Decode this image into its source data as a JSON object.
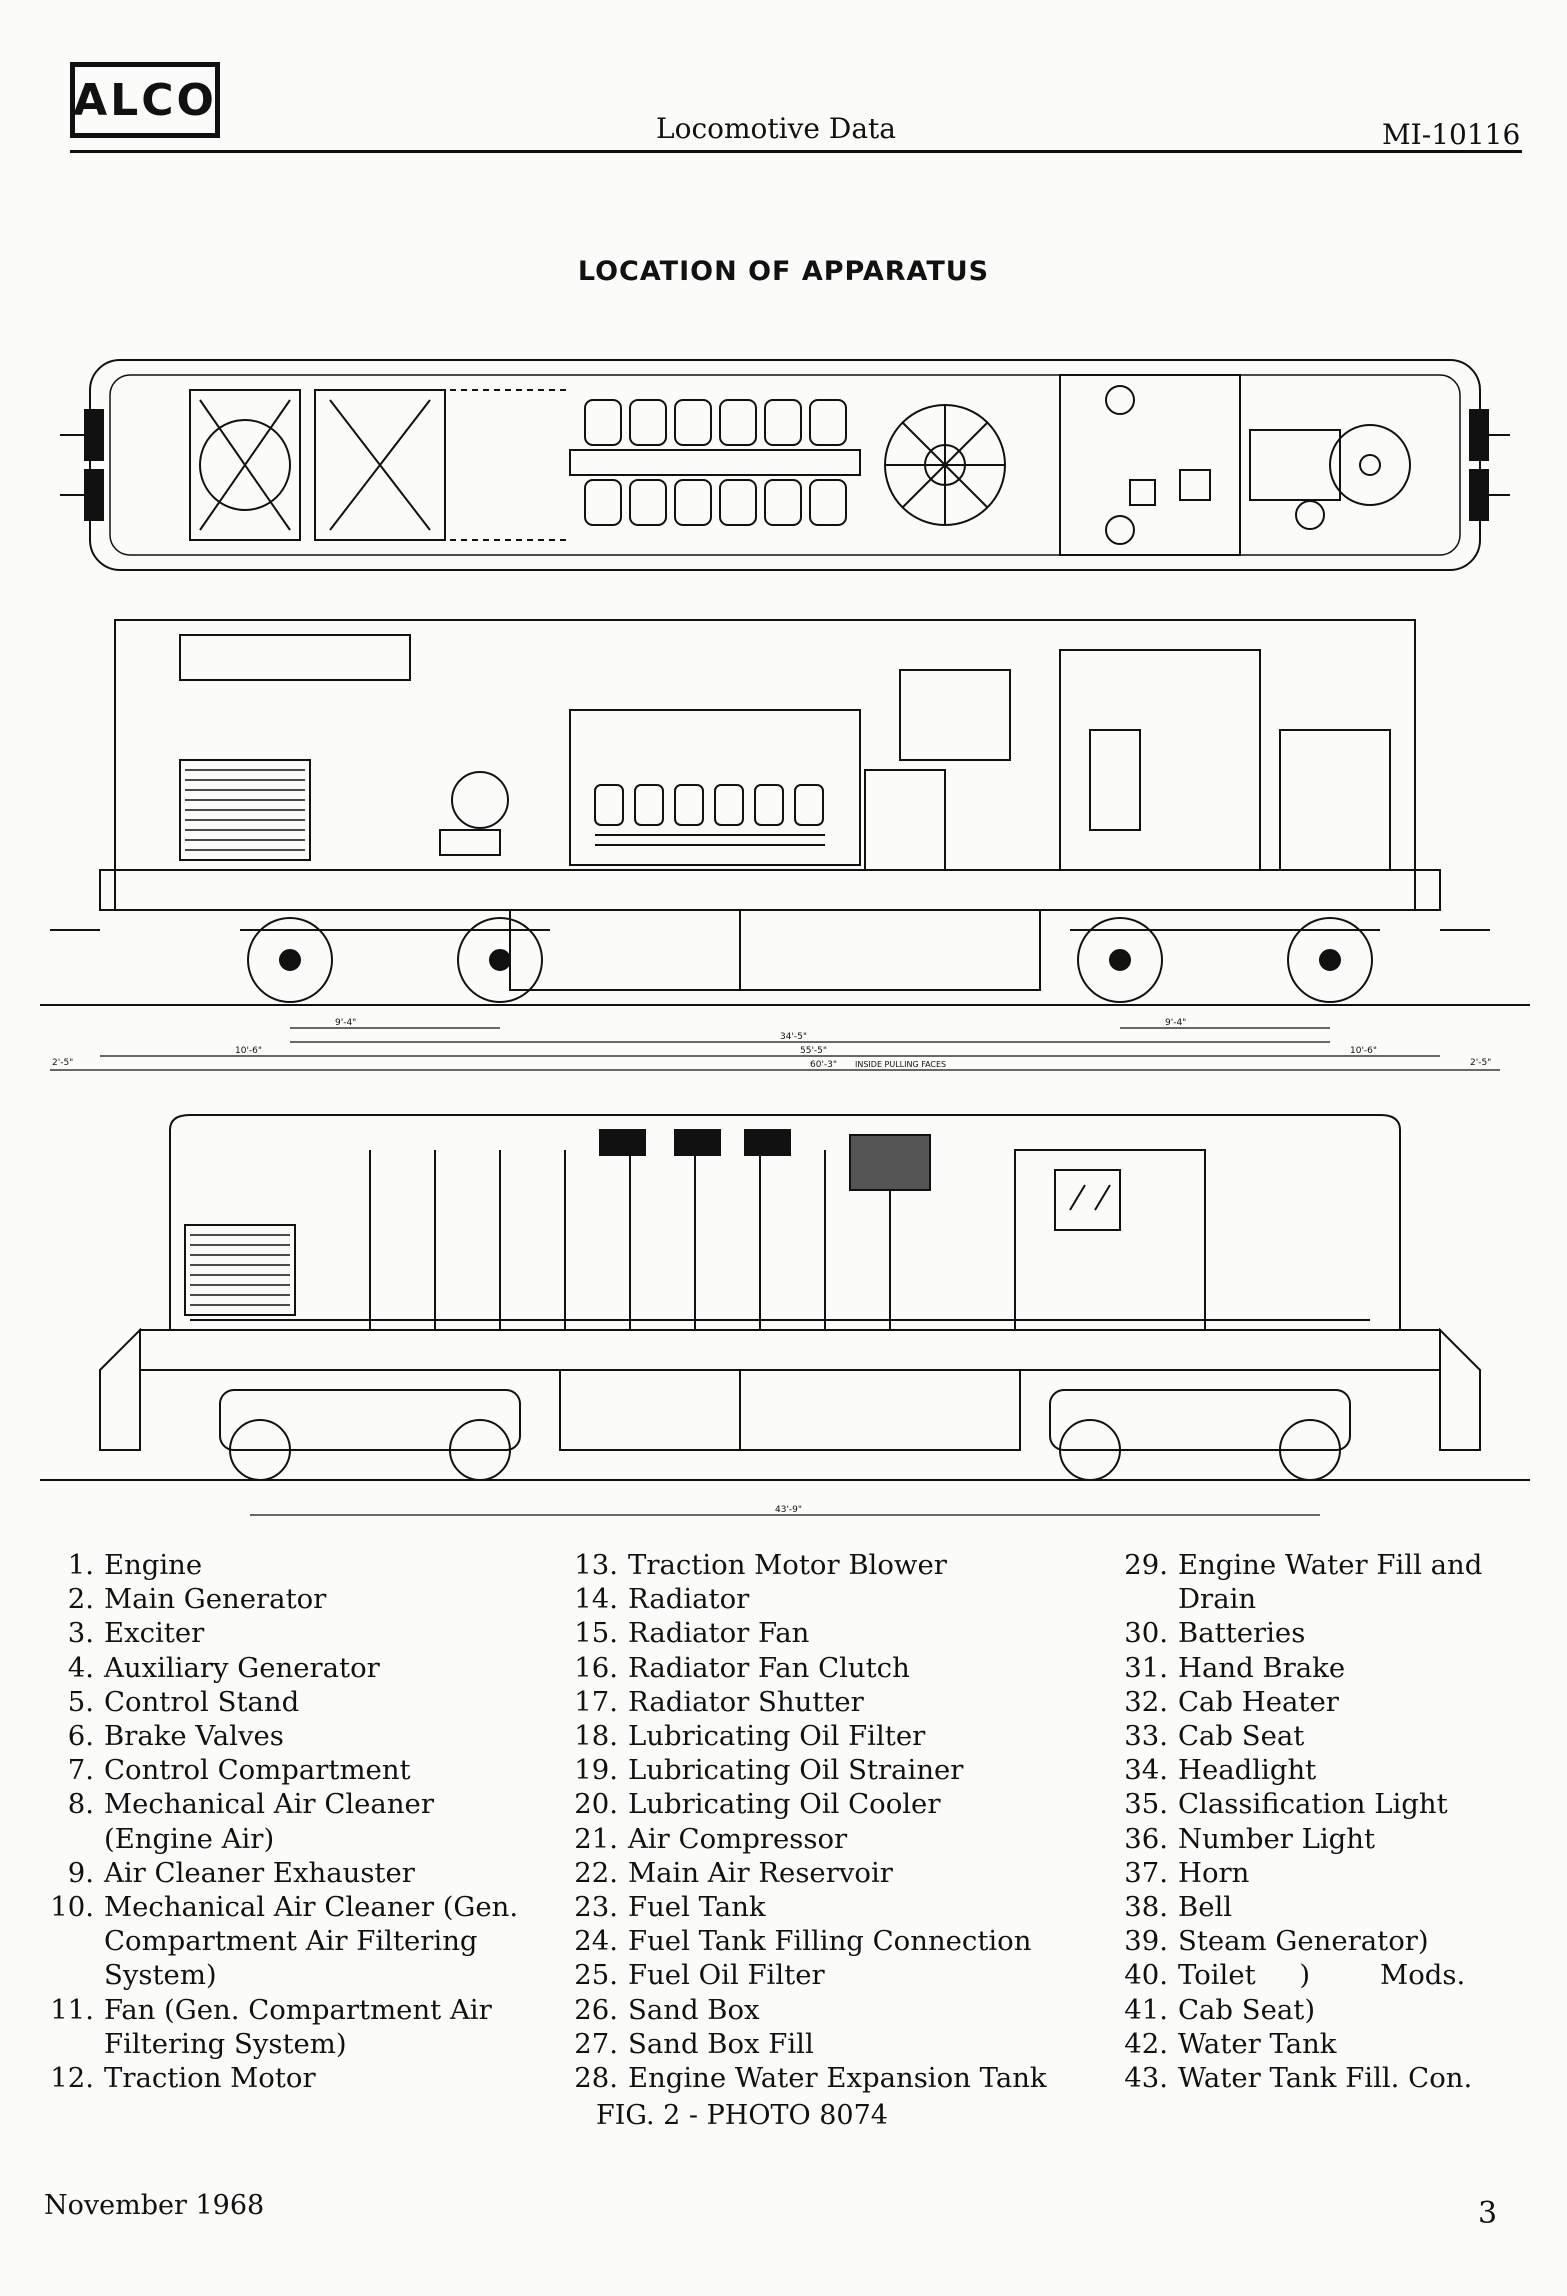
{
  "header": {
    "logo_text": "ALCO",
    "title": "Locomotive Data",
    "doc_number": "MI-10116"
  },
  "main_title": "LOCATION OF APPARATUS",
  "drawing_labels": {
    "dim_left_overhang": "2'-5\"",
    "dim_truck_1": "10'-6\"",
    "dim_wheelbase_1": "9'-4\"",
    "dim_truck_centers": "34'-5\"",
    "dim_overall_frame": "55'-5\"",
    "dim_pulling_faces": "60'-3\"",
    "dim_pulling_faces_note": "INSIDE PULLING FACES",
    "dim_wheelbase_2": "9'-4\"",
    "dim_truck_2": "10'-6\"",
    "dim_right_overhang": "2'-5\"",
    "dim_side_view": "43'-9\""
  },
  "legend": {
    "col1": [
      {
        "num": "1.",
        "text": "Engine"
      },
      {
        "num": "2.",
        "text": "Main Generator"
      },
      {
        "num": "3.",
        "text": "Exciter"
      },
      {
        "num": "4.",
        "text": "Auxiliary Generator"
      },
      {
        "num": "5.",
        "text": "Control Stand"
      },
      {
        "num": "6.",
        "text": "Brake Valves"
      },
      {
        "num": "7.",
        "text": "Control Compartment"
      },
      {
        "num": "8.",
        "text": "Mechanical Air Cleaner"
      },
      {
        "num": "",
        "text": "(Engine Air)"
      },
      {
        "num": "9.",
        "text": "Air Cleaner Exhauster"
      },
      {
        "num": "10.",
        "text": "Mechanical Air Cleaner (Gen."
      },
      {
        "num": "",
        "text": "Compartment Air Filtering"
      },
      {
        "num": "",
        "text": "System)"
      },
      {
        "num": "11.",
        "text": "Fan (Gen. Compartment Air"
      },
      {
        "num": "",
        "text": "Filtering System)"
      },
      {
        "num": "12.",
        "text": "Traction Motor"
      }
    ],
    "col2": [
      {
        "num": "13.",
        "text": "Traction Motor Blower"
      },
      {
        "num": "14.",
        "text": "Radiator"
      },
      {
        "num": "15.",
        "text": "Radiator Fan"
      },
      {
        "num": "16.",
        "text": "Radiator Fan Clutch"
      },
      {
        "num": "17.",
        "text": "Radiator Shutter"
      },
      {
        "num": "18.",
        "text": "Lubricating Oil Filter"
      },
      {
        "num": "19.",
        "text": "Lubricating Oil Strainer"
      },
      {
        "num": "20.",
        "text": "Lubricating Oil Cooler"
      },
      {
        "num": "21.",
        "text": "Air Compressor"
      },
      {
        "num": "22.",
        "text": "Main Air Reservoir"
      },
      {
        "num": "23.",
        "text": "Fuel Tank"
      },
      {
        "num": "24.",
        "text": "Fuel Tank Filling Connection"
      },
      {
        "num": "25.",
        "text": "Fuel Oil Filter"
      },
      {
        "num": "26.",
        "text": "Sand Box"
      },
      {
        "num": "27.",
        "text": "Sand Box Fill"
      },
      {
        "num": "28.",
        "text": "Engine Water Expansion Tank"
      }
    ],
    "col3": [
      {
        "num": "29.",
        "text": "Engine Water Fill and"
      },
      {
        "num": "",
        "text": "Drain"
      },
      {
        "num": "30.",
        "text": "Batteries"
      },
      {
        "num": "31.",
        "text": "Hand Brake"
      },
      {
        "num": "32.",
        "text": "Cab Heater"
      },
      {
        "num": "33.",
        "text": "Cab Seat"
      },
      {
        "num": "34.",
        "text": "Headlight"
      },
      {
        "num": "35.",
        "text": "Classification Light"
      },
      {
        "num": "36.",
        "text": "Number Light"
      },
      {
        "num": "37.",
        "text": "Horn"
      },
      {
        "num": "38.",
        "text": "Bell"
      },
      {
        "num": "39.",
        "text": "Steam Generator)"
      },
      {
        "num": "40.",
        "text": "Toilet     )        Mods."
      },
      {
        "num": "41.",
        "text": "Cab Seat)"
      },
      {
        "num": "42.",
        "text": "Water Tank"
      },
      {
        "num": "43.",
        "text": "Water Tank Fill. Con."
      }
    ]
  },
  "caption": "FIG. 2 - PHOTO 8074",
  "footer": {
    "date": "November 1968",
    "page_number": "3"
  }
}
